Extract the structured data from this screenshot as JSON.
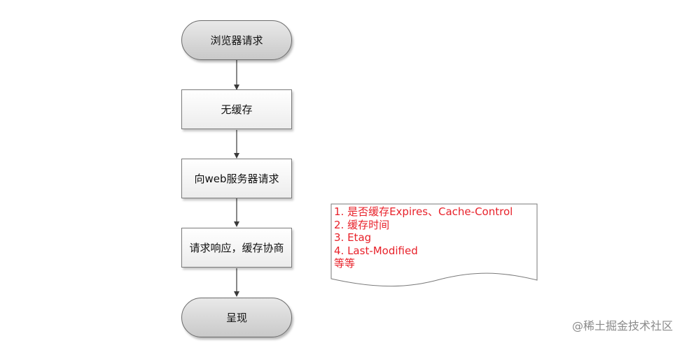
{
  "flowchart": {
    "start": "浏览器请求",
    "step_no_cache": "无缓存",
    "step_request_server": "向web服务器请求",
    "step_response_negotiate": "请求响应，缓存协商",
    "end": "呈现"
  },
  "note": {
    "lines": [
      "1. 是否缓存Expires、Cache-Control",
      "2. 缓存时间",
      "3. Etag",
      "4. Last-Modified",
      "等等"
    ],
    "text_color": "#e8212a"
  },
  "watermark": "@稀土掘金技术社区"
}
